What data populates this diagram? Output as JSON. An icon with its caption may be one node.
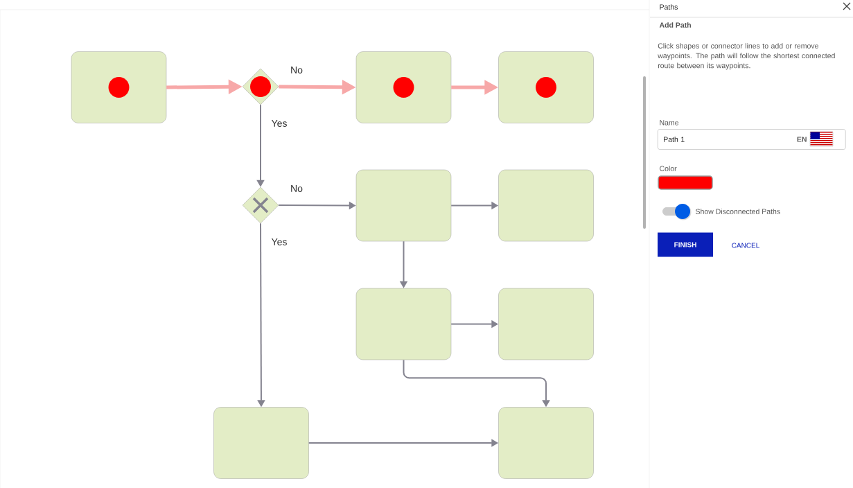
{
  "diagram": {
    "nodes": [
      {
        "text": [],
        "shape": "box"
      },
      {
        "text": [],
        "shape": "diamond"
      },
      {
        "text": [],
        "shape": "box"
      },
      {
        "text": [],
        "shape": "box"
      },
      {
        "text": [],
        "shape": "diamond"
      },
      {
        "text": [],
        "shape": "box"
      },
      {
        "text": [],
        "shape": "box"
      },
      {
        "text": [],
        "shape": "box"
      },
      {
        "text": [],
        "shape": "box"
      },
      {
        "text": [],
        "shape": "box"
      },
      {
        "text": [],
        "shape": "box"
      }
    ],
    "edges": [
      {
        "from": 0,
        "to": 1,
        "arrow": "to",
        "style": "thick",
        "color": "#f7a8a8"
      },
      {
        "from": 1,
        "to": 2,
        "arrow": "to",
        "label": "No",
        "style": "thick",
        "color": "#f7a8a8"
      },
      {
        "from": 2,
        "to": 3,
        "arrow": "to",
        "style": "thick",
        "color": "#f7a8a8"
      },
      {
        "from": 1,
        "to": 4,
        "arrow": "to",
        "label": "Yes"
      },
      {
        "from": 4,
        "to": 5,
        "arrow": "to",
        "label": "No"
      },
      {
        "from": 5,
        "to": 6,
        "arrow": "to"
      },
      {
        "from": 5,
        "to": 7,
        "arrow": "to"
      },
      {
        "from": 7,
        "to": 8,
        "arrow": "to"
      },
      {
        "from": 7,
        "to": 10,
        "arrow": "to"
      },
      {
        "from": 4,
        "to": 9,
        "arrow": "to",
        "label": "Yes"
      },
      {
        "from": 9,
        "to": 10,
        "arrow": "to"
      }
    ],
    "labels": [
      "Paths",
      "Add Path",
      "Click shapes or connector lines to add or remove waypoints. The path will follow the shortest connected route between its waypoints.",
      "Name",
      "Path 1",
      "EN",
      "Color",
      "Show Disconnected Paths",
      "FINISH",
      "CANCEL"
    ]
  }
}
